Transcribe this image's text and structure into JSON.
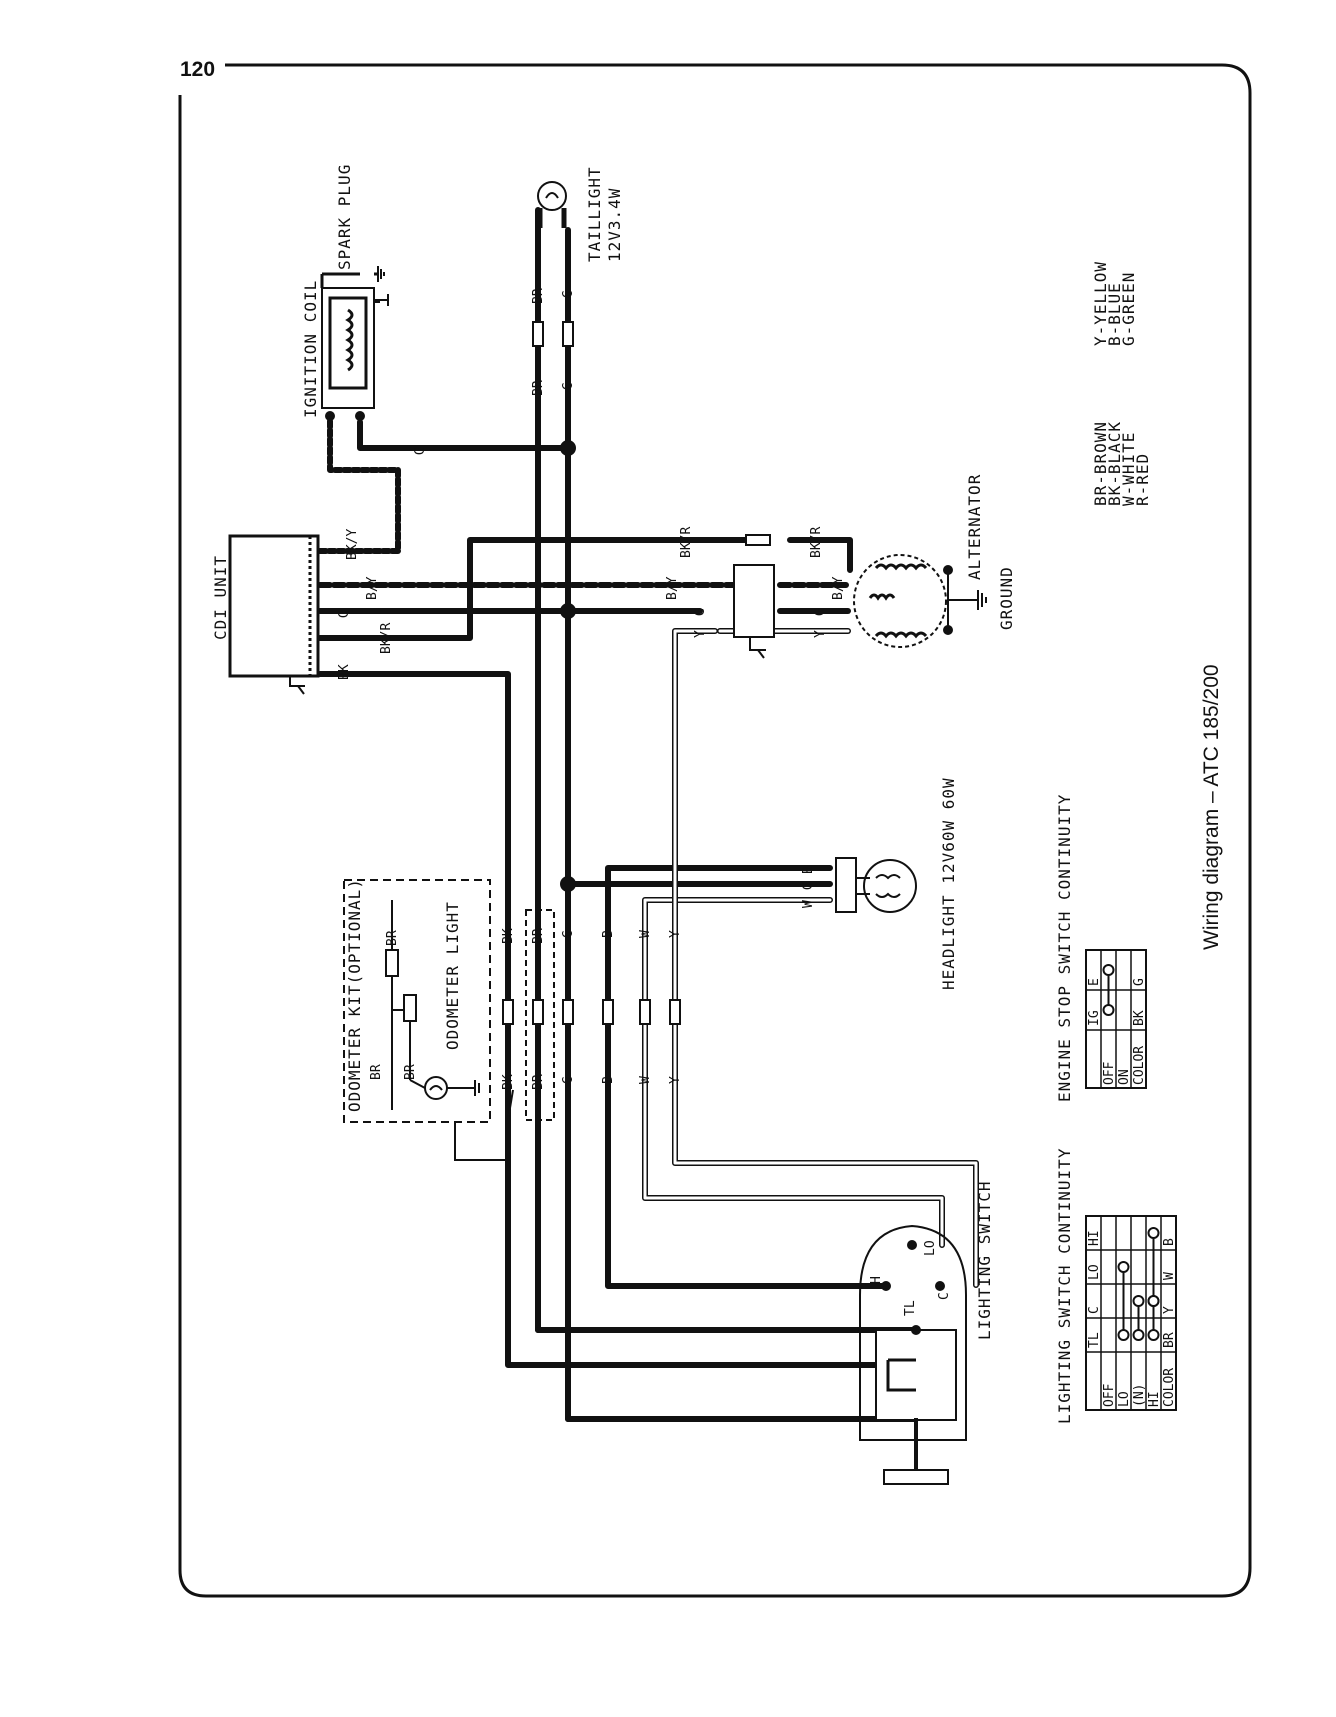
{
  "page_number": "120",
  "caption": "Wiring diagram – ATC 185/200",
  "components": {
    "cdi_unit": "CDI UNIT",
    "ignition_coil": "IGNITION COIL",
    "spark_plug": "SPARK PLUG",
    "taillight": "TAILLIGHT",
    "taillight_rating": "12V3.4W",
    "alternator": "ALTERNATOR",
    "ground": "GROUND",
    "headlight": "HEADLIGHT 12V60W 60W",
    "odometer_kit": "ODOMETER KIT(OPTIONAL)",
    "odometer_light": "ODOMETER LIGHT",
    "lighting_switch": "LIGHTING SWITCH"
  },
  "wire_labels": {
    "bk_y": "BK/Y",
    "b_y": "B/Y",
    "g": "G",
    "bk_r": "BK/R",
    "bk": "BK",
    "br": "BR",
    "b": "B",
    "w": "W",
    "y": "Y"
  },
  "switch_terminals": {
    "h": "H",
    "lo": "LO",
    "tl": "TL",
    "c": "C"
  },
  "legend": {
    "left": [
      "BR-BROWN",
      "BK-BLACK",
      "W-WHITE",
      "R-RED"
    ],
    "right": [
      "Y-YELLOW",
      "B-BLUE",
      "G-GREEN"
    ]
  },
  "engine_stop_table": {
    "title": "ENGINE STOP SWITCH CONTINUITY",
    "headers": [
      "",
      "IG",
      "E"
    ],
    "rows": [
      [
        "OFF",
        "",
        ""
      ],
      [
        "ON",
        "",
        ""
      ],
      [
        "COLOR",
        "BK",
        "G"
      ]
    ],
    "connections": [
      {
        "row": 0,
        "from": 1,
        "to": 2
      }
    ]
  },
  "lighting_table": {
    "title": "LIGHTING SWITCH CONTINUITY",
    "headers": [
      "",
      "TL",
      "C",
      "LO",
      "HI"
    ],
    "rows": [
      [
        "OFF",
        "",
        "",
        "",
        ""
      ],
      [
        "LO",
        "",
        "",
        "",
        ""
      ],
      [
        "(N)",
        "",
        "",
        "",
        ""
      ],
      [
        "HI",
        "",
        "",
        "",
        ""
      ],
      [
        "COLOR",
        "BR",
        "Y",
        "W",
        "B"
      ]
    ],
    "connections": [
      {
        "row": 1,
        "from": 1,
        "to": 3
      },
      {
        "row": 2,
        "from": 1,
        "to": 2
      },
      {
        "row": 3,
        "from": 1,
        "to": 2
      },
      {
        "row": 3,
        "from": 2,
        "to": 4
      }
    ]
  }
}
